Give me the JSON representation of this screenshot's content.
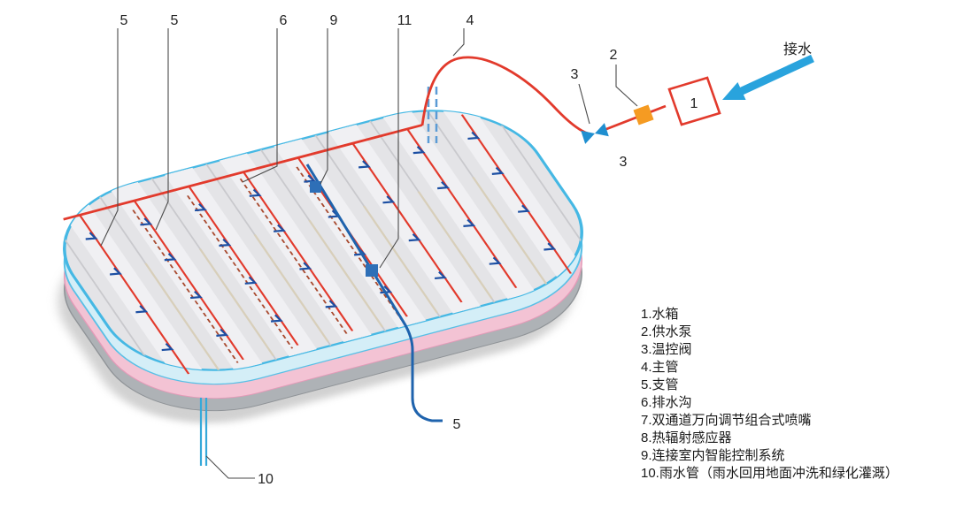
{
  "water_inlet": "接水",
  "callouts": {
    "top": [
      "5",
      "5",
      "6",
      "9",
      "11",
      "4"
    ],
    "valve_upper": "3",
    "pump": "2",
    "tank": "1",
    "valve_lower": "3",
    "branch_bottom": "5",
    "rain_pipe": "10"
  },
  "legend": {
    "items": [
      "1.水箱",
      "2.供水泵",
      "3.温控阀",
      "4.主管",
      "5.支管",
      "6.排水沟",
      "7.双通道万向调节组合式喷嘴",
      "8.热辐射感应器",
      "9.连接室内智能控制系统",
      "10.雨水管（雨水回用地面冲洗和绿化灌溉）"
    ]
  },
  "colors": {
    "pipe_red": "#e23a2c",
    "nozzle_blue": "#1c4fa3",
    "control_blue": "#1f63ad",
    "roof_cyan": "#45b8e4",
    "band_cyan": "#d4eef7",
    "band_pink": "#f3c3d4",
    "band_gray": "#aeb2b6",
    "pump_orange": "#f59b22",
    "valve_blue": "#1f8fd0",
    "arrow_blue": "#29a3dd",
    "rain_blue": "#36a9d9"
  }
}
